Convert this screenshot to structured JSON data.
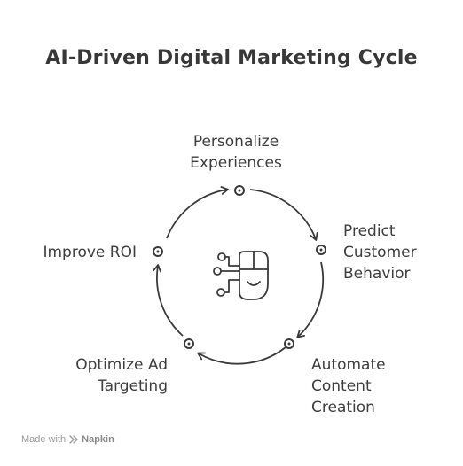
{
  "title": "AI-Driven Digital Marketing Cycle",
  "stages": [
    {
      "lines": [
        "Personalize",
        "Experiences"
      ]
    },
    {
      "lines": [
        "Predict",
        "Customer",
        "Behavior"
      ]
    },
    {
      "lines": [
        "Automate",
        "Content",
        "Creation"
      ]
    },
    {
      "lines": [
        "Optimize Ad",
        "Targeting"
      ]
    },
    {
      "lines": [
        "Improve ROI"
      ]
    }
  ],
  "center_icon": "ai-brain-circuit-icon",
  "footer": {
    "prefix": "Made with",
    "brand": "Napkin",
    "icon": "napkin-logo-icon"
  }
}
